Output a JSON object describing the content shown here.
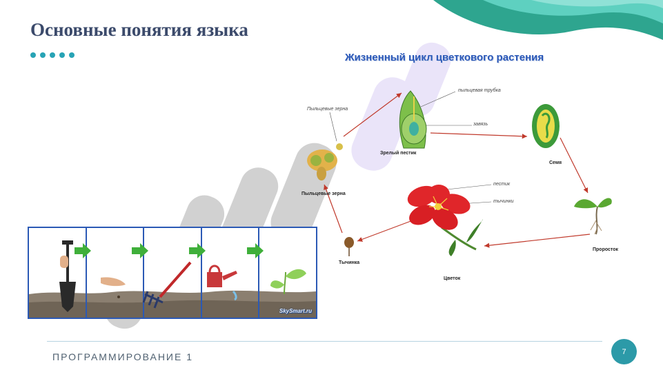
{
  "slide": {
    "title": "Основные понятия языка",
    "footer": "ПРОГРАММИРОВАНИЕ 1",
    "page_number": "7"
  },
  "diagram": {
    "title": "Жизненный цикл цветкового растения",
    "labels": {
      "pollen_top": "Пыльцевые зерна",
      "pollen_tube": "пыльцевая трубка",
      "ovary": "завязь",
      "mature_pistil": "Зрелый пестик",
      "seed": "Семя",
      "pollen_bottom": "Пыльцевые зерна",
      "pistil": "пестик",
      "stamens": "тычинки",
      "sprout": "Проросток",
      "stamen": "Тычинка",
      "flower": "Цветок"
    }
  },
  "strip": {
    "logo": "SkySmart.ru"
  },
  "colors": {
    "title": "#3b4a6b",
    "accent": "#27a3b5",
    "diagram_title": "#2a58b8",
    "arrow": "#c0392b",
    "strip_border": "#2b59b5"
  }
}
